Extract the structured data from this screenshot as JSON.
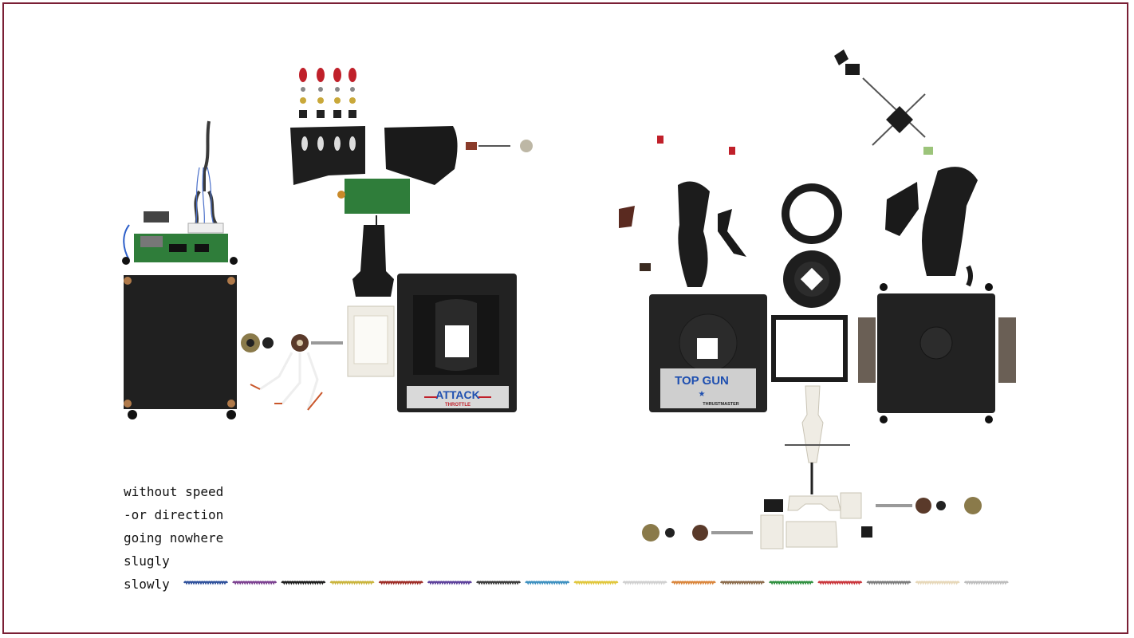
{
  "poem": {
    "lines": [
      "without speed",
      "-or direction",
      "going nowhere",
      "slugly",
      "slowly"
    ]
  },
  "labels": {
    "attack_title": "ATTACK",
    "attack_sub": "THROTTLE",
    "topgun_title": "TOP GUN",
    "topgun_maker": "THRUSTMASTER"
  },
  "wire_colors": [
    "#2d4f9a",
    "#7a3f8f",
    "#1b1b1b",
    "#c9b33a",
    "#9c2a24",
    "#5b3f9a",
    "#3a3a3a",
    "#3c8fbf",
    "#e0c63a",
    "#cfcfcf",
    "#d9853b",
    "#8a6a4a",
    "#2f8f3f",
    "#c9343a",
    "#7a7a7a",
    "#e6d7b8",
    "#bcbcbc"
  ],
  "colors": {
    "frame": "#7a1f35",
    "plastic": "#1e1e1e",
    "pcb": "#2f7d3a",
    "cream": "#efece4"
  }
}
